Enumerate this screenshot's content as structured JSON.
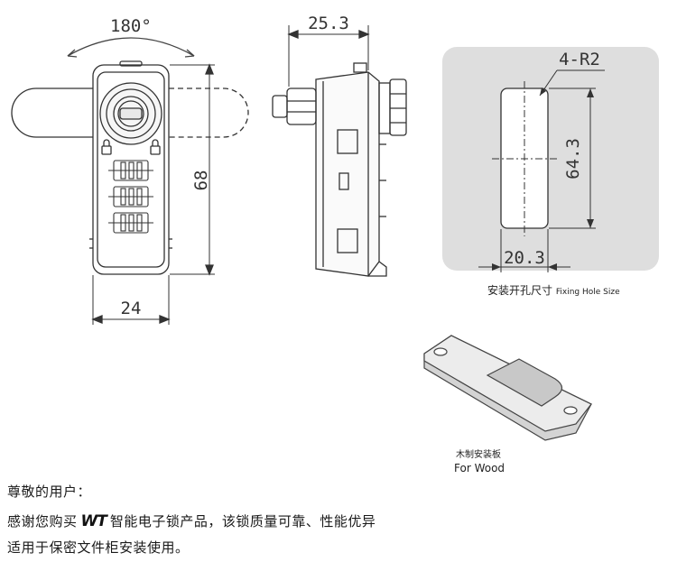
{
  "front_view": {
    "rotation_label": "180°",
    "height_label": "68",
    "width_label": "24"
  },
  "side_view": {
    "depth_label": "25.3"
  },
  "cutout": {
    "corner_label": "4-R2",
    "height_label": "64.3",
    "width_label": "20.3",
    "caption_cn": "安装开孔尺寸",
    "caption_en": "Fixing Hole Size",
    "panel_color": "#dedede"
  },
  "wood_plate": {
    "caption_cn": "木制安装板",
    "caption_en": "For Wood"
  },
  "text": {
    "greeting": "尊敬的用户：",
    "line1_before": "感谢您购买",
    "brand": "WT",
    "line1_after": "智能电子锁产品，该锁质量可靠、性能优异",
    "line2": "适用于保密文件柜安装使用。"
  }
}
